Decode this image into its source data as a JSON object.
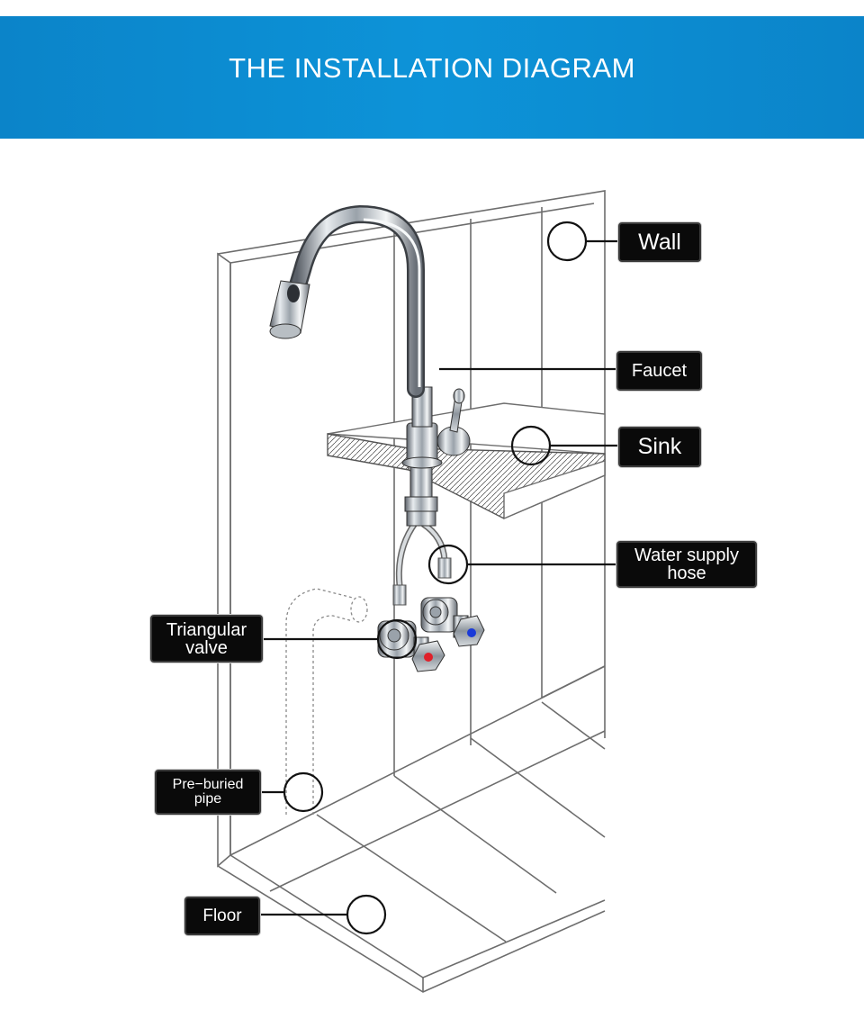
{
  "header": {
    "title": "THE INSTALLATION DIAGRAM"
  },
  "labels": {
    "wall": "Wall",
    "faucet": "Faucet",
    "sink": "Sink",
    "water_supply_hose_line1": "Water supply",
    "water_supply_hose_line2": "hose",
    "triangular_valve_line1": "Triangular",
    "triangular_valve_line2": "valve",
    "pre_buried_pipe_line1": "Pre−buried",
    "pre_buried_pipe_line2": "pipe",
    "floor": "Floor"
  },
  "colors": {
    "banner": "#0d93d8",
    "label_bg": "#0a0a0a",
    "hot_marker": "#e0202a",
    "cold_marker": "#1a3ad8"
  }
}
